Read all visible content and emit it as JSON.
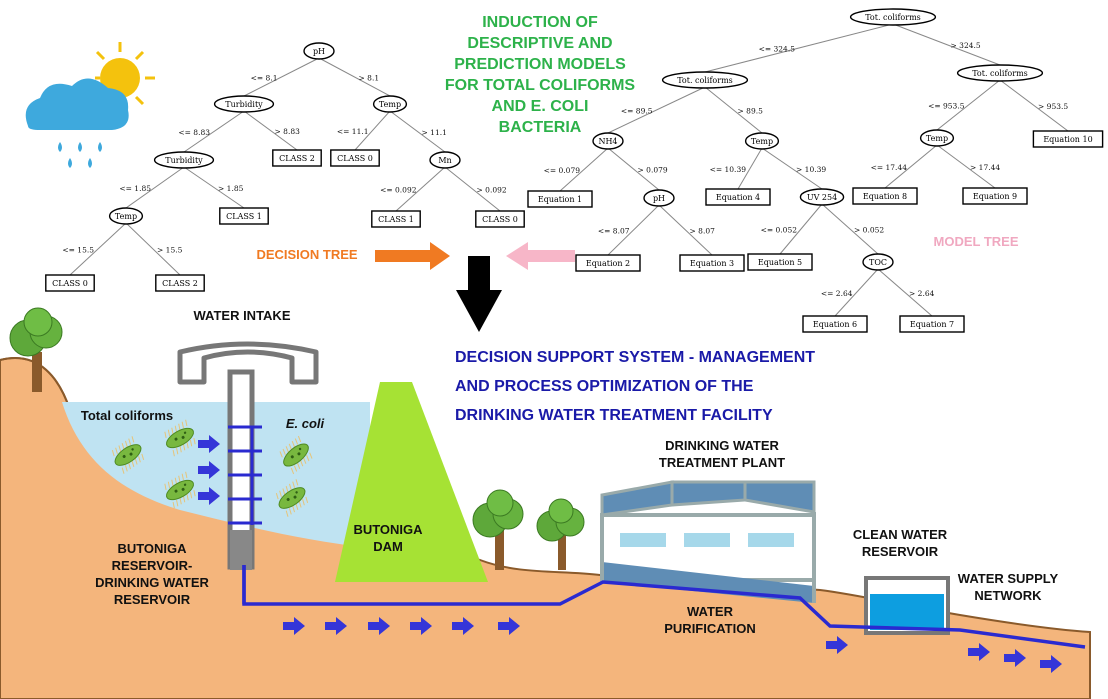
{
  "title_lines": [
    "INDUCTION OF",
    "DESCRIPTIVE AND",
    "PREDICTION MODELS",
    "FOR TOTAL COLIFORMS",
    "AND E. COLI",
    "BACTERIA"
  ],
  "decision_tree_label": "DECISION TREE",
  "model_tree_label": "MODEL TREE",
  "dss_lines": [
    "DECISION SUPPORT SYSTEM - MANAGEMENT",
    "AND PROCESS OPTIMIZATION OF THE",
    "DRINKING WATER TREATMENT FACILITY"
  ],
  "labels": {
    "water_intake": "WATER INTAKE",
    "total_coliforms": "Total coliforms",
    "e_coli": "E. coli",
    "dam": [
      "BUTONIGA",
      "DAM"
    ],
    "reservoir": [
      "BUTONIGA",
      "RESERVOIR-",
      "DRINKING WATER",
      "RESERVOIR"
    ],
    "plant": [
      "DRINKING WATER",
      "TREATMENT PLANT"
    ],
    "purification": [
      "WATER",
      "PURIFICATION"
    ],
    "clean_reservoir": [
      "CLEAN WATER",
      "RESERVOIR"
    ],
    "supply": [
      "WATER SUPPLY",
      "NETWORK"
    ]
  },
  "colors": {
    "title": "#2db24a",
    "dss": "#1a1aa8",
    "decision_arrow": "#f07a22",
    "model_arrow": "#f7b6c8",
    "model_label": "#f0a8c0",
    "pipe": "#2a2ad0",
    "ground": "#f4b57c",
    "water": "#bfe3f2",
    "dam": "#a6e234"
  },
  "decision_tree": {
    "nodes": [
      {
        "id": "n1",
        "label": "pH",
        "shape": "ellipse",
        "pos": "root"
      },
      {
        "id": "n2",
        "label": "Turbidity",
        "shape": "ellipse"
      },
      {
        "id": "n3",
        "label": "Temp",
        "shape": "ellipse"
      },
      {
        "id": "n4",
        "label": "Turbidity",
        "shape": "ellipse"
      },
      {
        "id": "n5",
        "label": "CLASS 2",
        "shape": "box"
      },
      {
        "id": "n6",
        "label": "CLASS 0",
        "shape": "box"
      },
      {
        "id": "n7",
        "label": "Mn",
        "shape": "ellipse"
      },
      {
        "id": "n8",
        "label": "Temp",
        "shape": "ellipse"
      },
      {
        "id": "n9",
        "label": "CLASS 1",
        "shape": "box"
      },
      {
        "id": "n10",
        "label": "CLASS 1",
        "shape": "box"
      },
      {
        "id": "n11",
        "label": "CLASS 0",
        "shape": "box"
      },
      {
        "id": "n12",
        "label": "CLASS 0",
        "shape": "box"
      },
      {
        "id": "n13",
        "label": "CLASS 2",
        "shape": "box"
      }
    ],
    "edges": [
      {
        "from": "n1",
        "to": "n2",
        "label": "<= 8.1"
      },
      {
        "from": "n1",
        "to": "n3",
        "label": "> 8.1"
      },
      {
        "from": "n2",
        "to": "n4",
        "label": "<= 8.83"
      },
      {
        "from": "n2",
        "to": "n5",
        "label": "> 8.83"
      },
      {
        "from": "n3",
        "to": "n6",
        "label": "<= 11.1"
      },
      {
        "from": "n3",
        "to": "n7",
        "label": "> 11.1"
      },
      {
        "from": "n4",
        "to": "n8",
        "label": "<= 1.85"
      },
      {
        "from": "n4",
        "to": "n9",
        "label": "> 1.85"
      },
      {
        "from": "n7",
        "to": "n10",
        "label": "<= 0.092"
      },
      {
        "from": "n7",
        "to": "n11",
        "label": "> 0.092"
      },
      {
        "from": "n8",
        "to": "n12",
        "label": "<= 15.5"
      },
      {
        "from": "n8",
        "to": "n13",
        "label": "> 15.5"
      }
    ]
  },
  "model_tree": {
    "nodes": [
      {
        "id": "m1",
        "label": "Tot. coliforms",
        "shape": "ellipse"
      },
      {
        "id": "m2",
        "label": "Tot. coliforms",
        "shape": "ellipse"
      },
      {
        "id": "m3",
        "label": "Tot. coliforms",
        "shape": "ellipse"
      },
      {
        "id": "m4",
        "label": "NH4",
        "shape": "ellipse"
      },
      {
        "id": "m5",
        "label": "Temp",
        "shape": "ellipse"
      },
      {
        "id": "m6",
        "label": "Temp",
        "shape": "ellipse"
      },
      {
        "id": "m7",
        "label": "Equation 10",
        "shape": "box"
      },
      {
        "id": "m8",
        "label": "Equation 1",
        "shape": "box"
      },
      {
        "id": "m9",
        "label": "pH",
        "shape": "ellipse"
      },
      {
        "id": "m10",
        "label": "Equation 4",
        "shape": "box"
      },
      {
        "id": "m11",
        "label": "UV 254",
        "shape": "ellipse"
      },
      {
        "id": "m12",
        "label": "Equation 8",
        "shape": "box"
      },
      {
        "id": "m13",
        "label": "Equation 9",
        "shape": "box"
      },
      {
        "id": "m14",
        "label": "Equation 2",
        "shape": "box"
      },
      {
        "id": "m15",
        "label": "Equation 3",
        "shape": "box"
      },
      {
        "id": "m16",
        "label": "Equation 5",
        "shape": "box"
      },
      {
        "id": "m17",
        "label": "TOC",
        "shape": "ellipse"
      },
      {
        "id": "m18",
        "label": "Equation 6",
        "shape": "box"
      },
      {
        "id": "m19",
        "label": "Equation 7",
        "shape": "box"
      }
    ],
    "edges": [
      {
        "from": "m1",
        "to": "m2",
        "label": "<= 324.5"
      },
      {
        "from": "m1",
        "to": "m3",
        "label": "> 324.5"
      },
      {
        "from": "m2",
        "to": "m4",
        "label": "<= 89.5"
      },
      {
        "from": "m2",
        "to": "m5",
        "label": "> 89.5"
      },
      {
        "from": "m3",
        "to": "m6",
        "label": "<= 953.5"
      },
      {
        "from": "m3",
        "to": "m7",
        "label": "> 953.5"
      },
      {
        "from": "m4",
        "to": "m8",
        "label": "<= 0.079"
      },
      {
        "from": "m4",
        "to": "m9",
        "label": "> 0.079"
      },
      {
        "from": "m5",
        "to": "m10",
        "label": "<= 10.39"
      },
      {
        "from": "m5",
        "to": "m11",
        "label": "> 10.39"
      },
      {
        "from": "m6",
        "to": "m12",
        "label": "<= 17.44"
      },
      {
        "from": "m6",
        "to": "m13",
        "label": "> 17.44"
      },
      {
        "from": "m9",
        "to": "m14",
        "label": "<= 8.07"
      },
      {
        "from": "m9",
        "to": "m15",
        "label": "> 8.07"
      },
      {
        "from": "m11",
        "to": "m16",
        "label": "<= 0.052"
      },
      {
        "from": "m11",
        "to": "m17",
        "label": "> 0.052"
      },
      {
        "from": "m17",
        "to": "m18",
        "label": "<= 2.64"
      },
      {
        "from": "m17",
        "to": "m19",
        "label": "> 2.64"
      }
    ]
  }
}
